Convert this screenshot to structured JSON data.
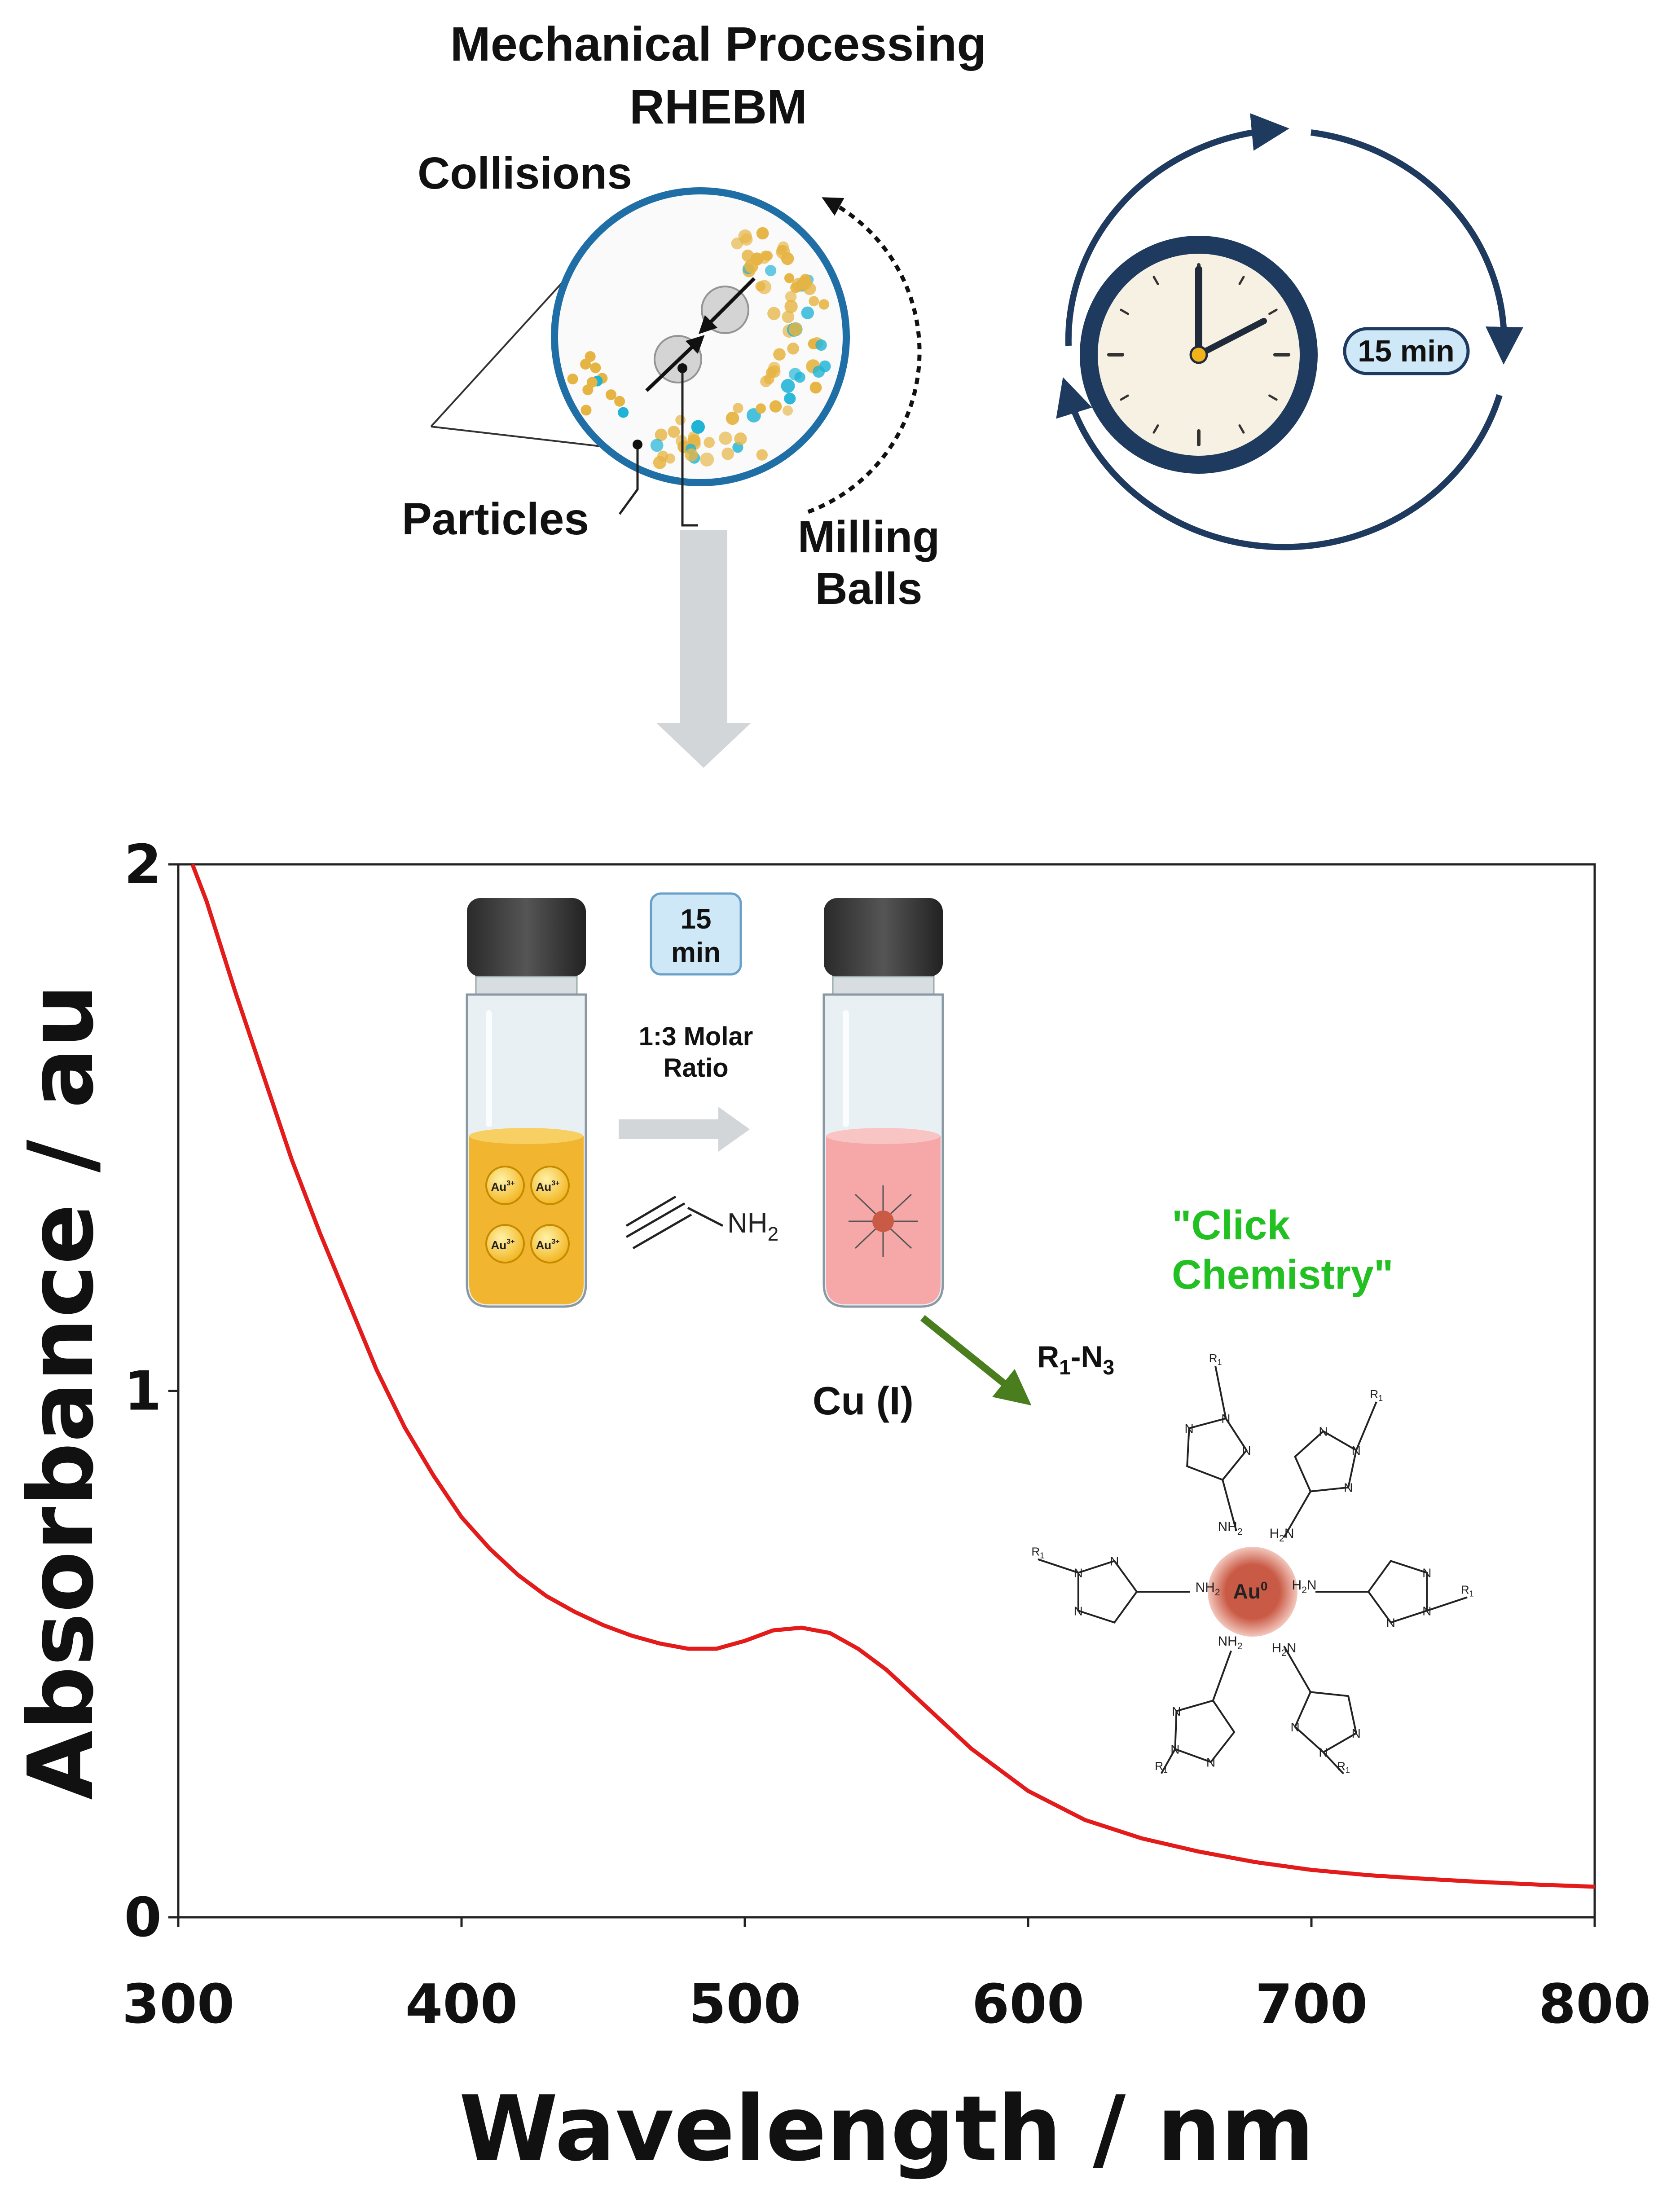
{
  "milling": {
    "title_line1": "Mechanical Processing",
    "title_line2": "RHEBM",
    "label_collisions": "Collisions",
    "label_particles": "Particles",
    "label_milling_line1": "Milling",
    "label_milling_line2": "Balls"
  },
  "timer": {
    "duration_label": "15 min"
  },
  "reaction": {
    "time_line1": "15",
    "time_line2": "min",
    "ratio_line1": "1:3 Molar",
    "ratio_line2": "Ratio",
    "reagent_label": "NH",
    "reagent_sub": "2",
    "ion_label": "Au",
    "ion_charge": "3+",
    "nanoparticle_label": "Au",
    "nanoparticle_charge": "0",
    "catalyst_label": "Cu (I)",
    "azide_R": "R",
    "azide_sub1": "1",
    "azide_mid": "-N",
    "azide_sub2": "3",
    "click_line1": "\"Click",
    "click_line2": "Chemistry\"",
    "ligand_amine": "NH",
    "ligand_amine_sub": "2",
    "ligand_amine_rev": "H",
    "ligand_amine_rev_sub": "2",
    "ligand_amine_rev_tail": "N",
    "triazole_N": "N",
    "substituent_R": "R",
    "substituent_sub": "1"
  },
  "colors": {
    "curve": "#e31b1b",
    "navy": "#1f3a5f",
    "vial_gold": "#f2b530",
    "vial_pink": "#f6a7a7",
    "gold_particle": "#e6b443",
    "cyan_particle": "#1fb4d6",
    "click_green": "#22c022",
    "arrow_green": "#4a7d1e",
    "au_core": "#c95a45",
    "timer_badge": "#cfe8f7"
  },
  "chart_data": {
    "type": "line",
    "title": "",
    "xlabel": "Wavelength / nm",
    "ylabel": "Absorbance / au",
    "xlim": [
      300,
      800
    ],
    "ylim": [
      0,
      2
    ],
    "xticks": [
      300,
      400,
      500,
      600,
      700,
      800
    ],
    "yticks": [
      0,
      1,
      2
    ],
    "grid": false,
    "series": [
      {
        "x": [
          305,
          310,
          320,
          330,
          340,
          350,
          360,
          370,
          380,
          390,
          400,
          410,
          420,
          430,
          440,
          450,
          460,
          470,
          480,
          490,
          500,
          510,
          520,
          530,
          540,
          550,
          560,
          570,
          580,
          590,
          600,
          620,
          640,
          660,
          680,
          700,
          720,
          740,
          760,
          780,
          800
        ],
        "y": [
          2.0,
          1.93,
          1.76,
          1.6,
          1.44,
          1.3,
          1.17,
          1.04,
          0.93,
          0.84,
          0.76,
          0.7,
          0.65,
          0.61,
          0.58,
          0.555,
          0.535,
          0.52,
          0.51,
          0.51,
          0.525,
          0.545,
          0.55,
          0.54,
          0.51,
          0.47,
          0.42,
          0.37,
          0.32,
          0.28,
          0.24,
          0.185,
          0.15,
          0.125,
          0.105,
          0.09,
          0.08,
          0.073,
          0.067,
          0.062,
          0.058
        ]
      }
    ]
  }
}
